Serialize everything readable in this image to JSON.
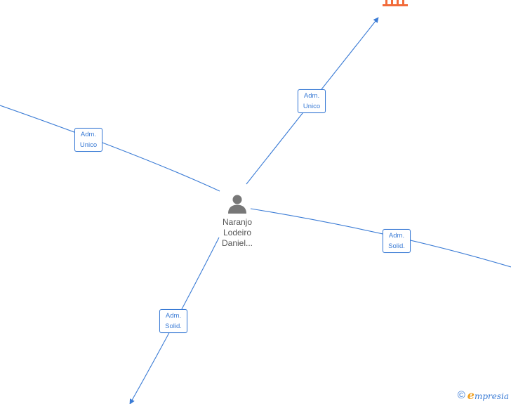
{
  "person": {
    "name_lines": [
      "Naranjo",
      "Lodeiro",
      "Daniel..."
    ],
    "icon": "person-icon",
    "icon_color": "#777777"
  },
  "company": {
    "icon": "building-icon",
    "icon_color": "#f26b3a"
  },
  "edges": [
    {
      "id": "edge-top-right",
      "label_line1": "Adm.",
      "label_line2": "Unico"
    },
    {
      "id": "edge-left",
      "label_line1": "Adm.",
      "label_line2": "Unico"
    },
    {
      "id": "edge-right",
      "label_line1": "Adm.",
      "label_line2": "Solid."
    },
    {
      "id": "edge-bottom",
      "label_line1": "Adm.",
      "label_line2": "Solid."
    }
  ],
  "footer": {
    "copyright": "©",
    "brand_initial": "e",
    "brand_rest": "mpresia"
  },
  "colors": {
    "edge": "#3a7bd5",
    "label_text": "#3a7bd5",
    "name_text": "#555555"
  }
}
